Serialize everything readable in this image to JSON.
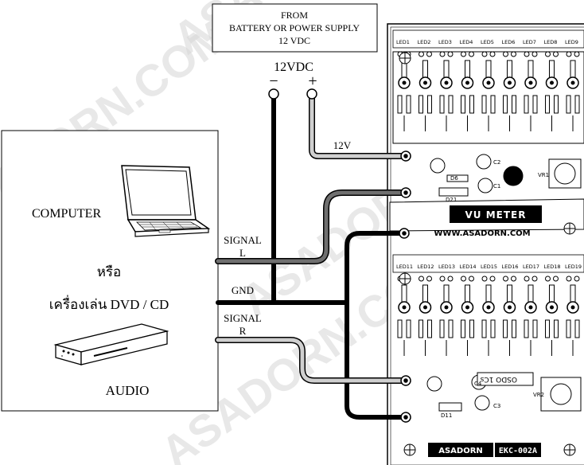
{
  "supply_box": {
    "line1": "FROM",
    "line2": "BATTERY OR POWER SUPPLY",
    "line3": "12 VDC"
  },
  "supply_label": "12VDC",
  "minus_symbol": "−",
  "plus_symbol": "+",
  "wire_12v_label": "12V",
  "source_box": {
    "computer_label": "COMPUTER",
    "or_label": "หรือ",
    "player_label": "เครื่องเล่น DVD / CD",
    "audio_label": "AUDIO"
  },
  "signal_l": {
    "line1": "SIGNAL",
    "line2": "L"
  },
  "gnd_label": "GND",
  "signal_r": {
    "line1": "SIGNAL",
    "line2": "R"
  },
  "board": {
    "title": "VU METER",
    "website": "WWW.ASADORN.COM",
    "brand": "ASADORN",
    "model": "EKC-002A",
    "mirror_code": "OSDO 1Cs",
    "top_leds": [
      "LED1",
      "LED2",
      "LED3",
      "LED4",
      "LED5",
      "LED6",
      "LED7",
      "LED8",
      "LED9"
    ],
    "bottom_leds": [
      "LED11",
      "LED12",
      "LED13",
      "LED14",
      "LED15",
      "LED16",
      "LED17",
      "LED18",
      "LED19"
    ],
    "parts": [
      "C2",
      "C1",
      "D6",
      "D21",
      "VR1",
      "VR2",
      "C3",
      "C4",
      "D11"
    ]
  },
  "watermark": "ASADORN.COM",
  "colors": {
    "wire_black": "#000000",
    "wire_gray": "#6f6f6f",
    "wire_light": "#cfcfcf",
    "pcb_fill": "#ffffff"
  }
}
